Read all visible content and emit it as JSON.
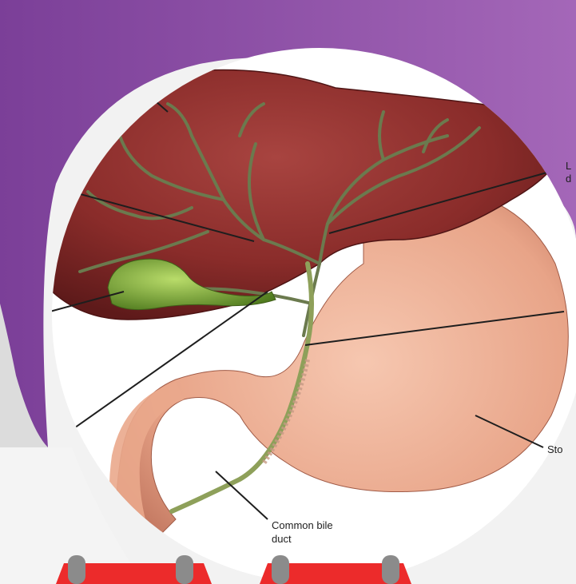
{
  "labels": {
    "left_hepatic_duct_line1": "L",
    "left_hepatic_duct_line2": "d",
    "stomach": "Sto",
    "common_bile_duct_line1": "Common bile",
    "common_bile_duct_line2": "duct"
  },
  "colors": {
    "purple_left": "#7b3f98",
    "purple_right": "#a467b8",
    "liver": "#8a2c2a",
    "bile_duct": "#6b7a4e",
    "gallbladder": "#7fa83a",
    "stomach": "#f0b39a",
    "red_accent": "#ec2b2b",
    "background": "#f2f2f2"
  }
}
